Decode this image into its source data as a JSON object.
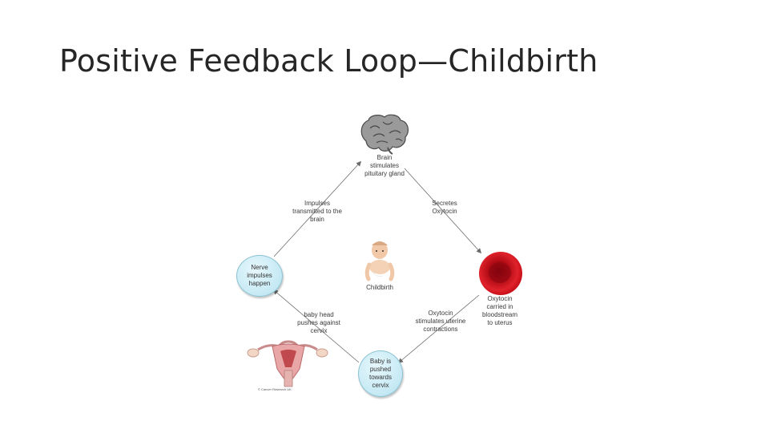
{
  "slide": {
    "title": "Positive Feedback Loop—Childbirth"
  },
  "diagram": {
    "brain_label": "Brain\nstimulates\npituitary gland",
    "secretes_label": "Secretes\nOxytocin",
    "oxytocin_blood_label": "Oxytocin\ncarried in\nbloodstream\nto uterus",
    "uterine_label": "Oxytocin\nstimulates uterine\ncontractions",
    "baby_pushed_label": "Baby is\npushed\ntowards\ncervix",
    "head_pushes_label": "baby head\npushes against\ncervix",
    "nerve_label": "Nerve\nimpulses\nhappen",
    "impulses_label": "Impulses\ntransmitted to the\nbrain",
    "center_label": "Childbirth",
    "copyright": "© Cancer Research UK"
  },
  "colors": {
    "node_fill": "#c5e9f4",
    "blood_cell": "#c8101a",
    "arrow": "#6b6b6b"
  }
}
